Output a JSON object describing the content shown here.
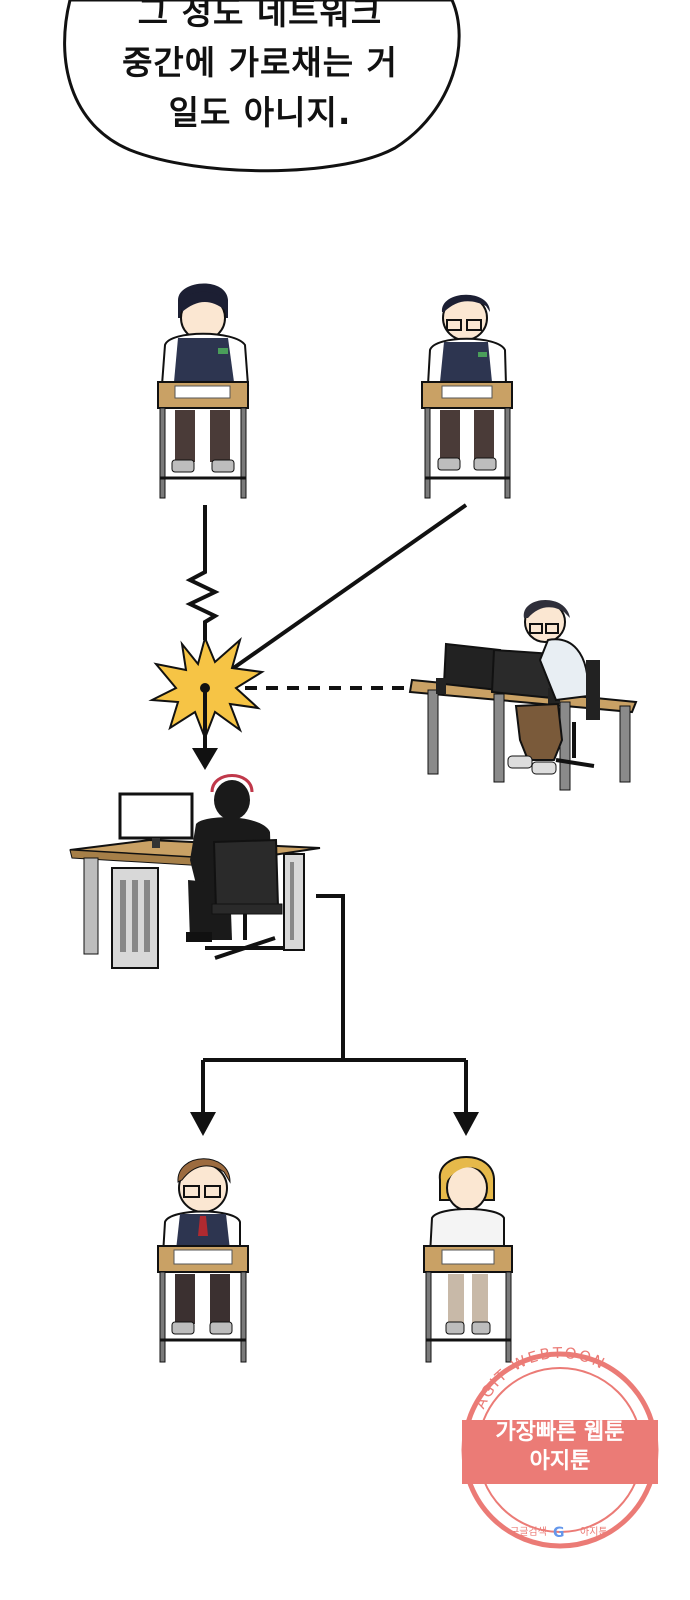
{
  "speech_bubble": {
    "lines": [
      "그 정도 네트워크",
      "중간에 가로채는 거",
      "일도 아니지."
    ]
  },
  "watermark": {
    "arc_text": "AGIT WEBTOON",
    "line1": "가장빠른 웹툰",
    "line2": "아지툰",
    "bottom_left": "구글검색",
    "bottom_right": "아지툰",
    "logo": "G",
    "color": "#e8645f"
  },
  "colors": {
    "ink": "#111111",
    "uniform": "#2d3550",
    "desk_top": "#c9a165",
    "explosion": "#f6c445",
    "hacker": "#1a1a1a"
  }
}
